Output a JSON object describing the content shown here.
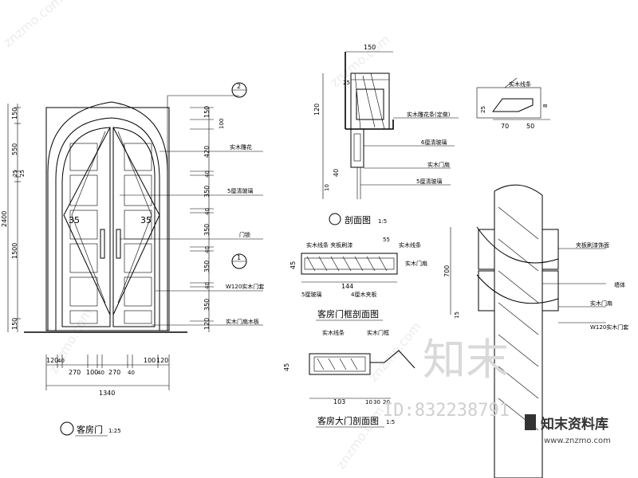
{
  "elevation": {
    "title": "客房门",
    "title_scale": "1:25",
    "left_dims": [
      "150",
      "550",
      "25",
      "25",
      "1500",
      "150"
    ],
    "left_total": "2400",
    "right_dims": [
      "150",
      "100",
      "420",
      "40",
      "350",
      "40",
      "350",
      "40",
      "350",
      "40",
      "350",
      "120"
    ],
    "bottom_dims": [
      "120",
      "40",
      "270",
      "100",
      "40",
      "270",
      "40",
      "100",
      "120"
    ],
    "bottom_total": "1340",
    "callouts": [
      "实木雕花",
      "5厘清玻璃",
      "门锁",
      "W120实木门套",
      "实木门扇木板"
    ],
    "section_marks": [
      "2",
      "1"
    ],
    "leaf_marks": [
      "35",
      "35"
    ]
  },
  "section_top": {
    "title": "剖面图",
    "scale": "1:5",
    "dim_top": "150",
    "dim_small": "25",
    "dim_left_a": "120",
    "dim_left_b": "40",
    "dim_left_c": "10",
    "labels": [
      "实木雕花条(定做)",
      "6厘清玻璃",
      "实木门扇",
      "5厘清玻璃"
    ]
  },
  "molding": {
    "label": "实木线条",
    "dims": [
      "25",
      "8",
      "70",
      "50"
    ]
  },
  "frame_section": {
    "title": "客房门框剖面图",
    "top_labels": [
      "实木线条 夹板刷漆",
      "55",
      "实木线条"
    ],
    "side_label": "实木门扇",
    "dim_left": "45",
    "dim_bottom": "144",
    "bottom_labels": [
      "5厘玻璃",
      "4厘木夹板"
    ]
  },
  "plan_section": {
    "title": "客房大门剖面图",
    "scale": "1:5",
    "dim_left": "45",
    "dims_bottom": [
      "103",
      "10",
      "30",
      "20"
    ],
    "labels": [
      "实木线条",
      "实木门框"
    ]
  },
  "wall_section": {
    "dim": "700",
    "dim_small": "15",
    "labels": [
      "夹板刷漆饰面",
      "墙体",
      "实木门扇",
      "W120实木门套"
    ]
  },
  "watermarks": {
    "big_text": "知末",
    "id_text": "ID:832238791",
    "brand": "知末资料库",
    "url": "www.znzmo.com",
    "diag": "znzmo.com"
  }
}
